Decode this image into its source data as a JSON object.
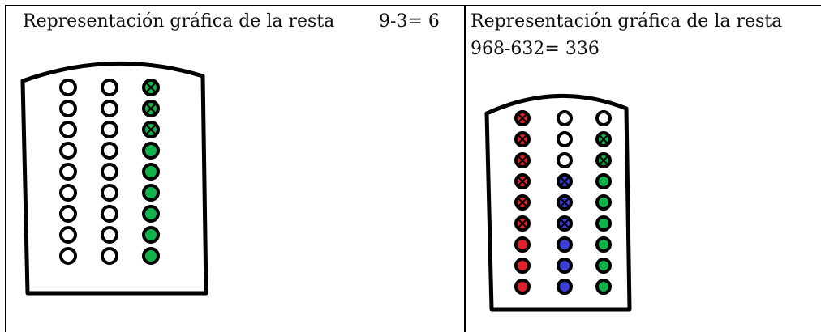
{
  "cells": [
    {
      "title": "Representación gráfica de la resta",
      "equation": "9-3= 6",
      "abacus": {
        "columns": [
          {
            "color": "#ffffff",
            "beads": 9,
            "crossed": 0
          },
          {
            "color": "#ffffff",
            "beads": 9,
            "crossed": 0
          },
          {
            "color": "#11b24a",
            "beads": 9,
            "crossed": 3
          }
        ]
      }
    },
    {
      "title": "Representación gráfica de la resta",
      "equation": "968-632= 336",
      "abacus": {
        "columns": [
          {
            "colors": [
              "#e0202a",
              "#e0202a",
              "#e0202a",
              "#e0202a",
              "#e0202a",
              "#e0202a",
              "#e0202a",
              "#e0202a",
              "#e0202a"
            ],
            "crossed": 6
          },
          {
            "colors": [
              "#ffffff",
              "#ffffff",
              "#ffffff",
              "#3b3fd6",
              "#3b3fd6",
              "#3b3fd6",
              "#3b3fd6",
              "#3b3fd6",
              "#3b3fd6"
            ],
            "crossed_idx": [
              3,
              4,
              5
            ]
          },
          {
            "colors": [
              "#ffffff",
              "#11b24a",
              "#11b24a",
              "#11b24a",
              "#11b24a",
              "#11b24a",
              "#11b24a",
              "#11b24a",
              "#11b24a"
            ],
            "crossed_idx": [
              1,
              2
            ]
          }
        ]
      }
    }
  ]
}
